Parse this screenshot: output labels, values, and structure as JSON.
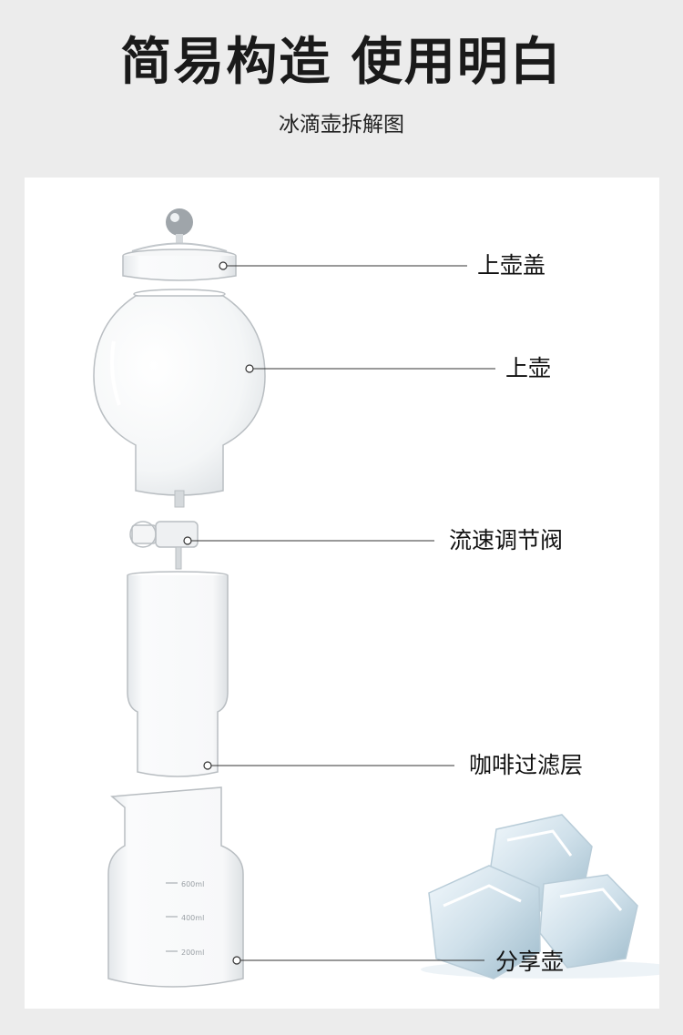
{
  "header": {
    "title": "简易构造 使用明白",
    "subtitle": "冰滴壶拆解图"
  },
  "parts": [
    {
      "label": "上壶盖"
    },
    {
      "label": "上壶"
    },
    {
      "label": "流速调节阀"
    },
    {
      "label": "咖啡过滤层"
    },
    {
      "label": "分享壶"
    }
  ],
  "jug_markings": [
    "600ml",
    "400ml",
    "200ml"
  ],
  "colors": {
    "page_background": "#ececec",
    "panel_background": "#ffffff",
    "glass_outline": "#b9bec2",
    "text": "#111111"
  },
  "decor": [
    "ice-cubes"
  ]
}
